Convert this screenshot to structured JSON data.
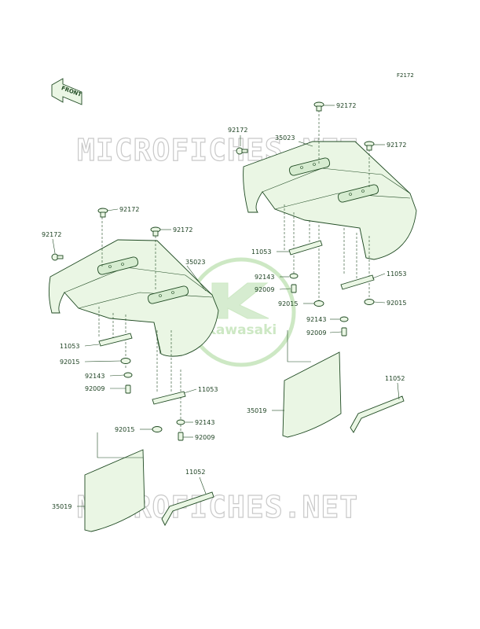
{
  "diagram_code": "F2172",
  "front_label": "FRONT",
  "watermark": "MICROFICHES.NET",
  "logo_text": "Kawasaki",
  "parts": {
    "bolt": "92172",
    "fender": "35023",
    "bracket": "11053",
    "collar": "92143",
    "clip_bolt": "92009",
    "nut": "92015",
    "mud_flap": "35019",
    "strap": "11052"
  },
  "colors": {
    "part_fill": "#eaf6e4",
    "outline": "#1f4a22",
    "logo": "#cde8c4",
    "watermark": "#c9c9c9"
  },
  "icons": [
    "front-arrow-icon",
    "kawasaki-logo-icon"
  ]
}
